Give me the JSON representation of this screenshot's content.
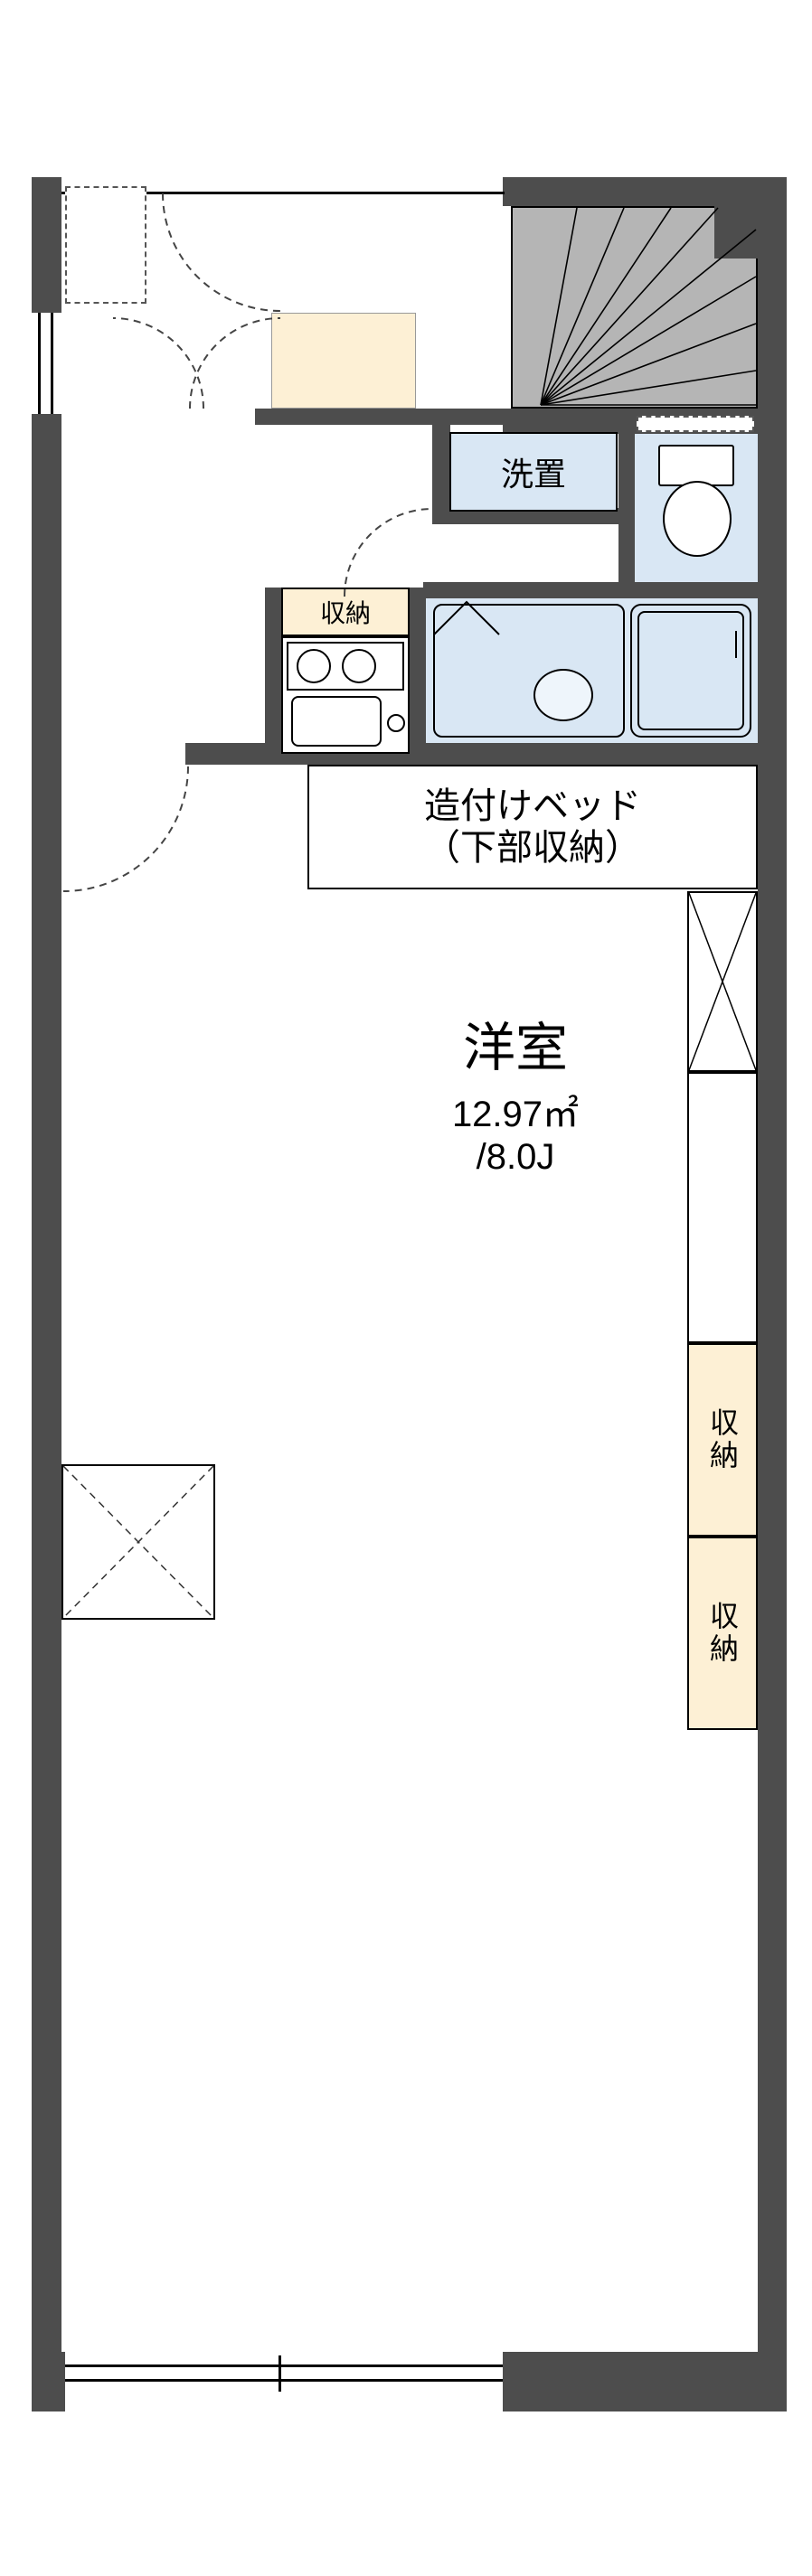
{
  "floorplan": {
    "colors": {
      "wall": "#4d4d4d",
      "water_fill": "#d9e7f4",
      "storage_fill": "#fdf0d5",
      "stairs_fill": "#b5b5b5",
      "line": "#000000"
    },
    "labels": {
      "washer": "洗置",
      "kitchen_storage": "収納",
      "bed_line1": "造付けベッド",
      "bed_line2": "（下部収納）",
      "room_name": "洋室",
      "room_area": "12.97㎡",
      "room_size": "/8.0J",
      "closet_right_upper": "収納",
      "closet_right_lower": "収納"
    }
  }
}
